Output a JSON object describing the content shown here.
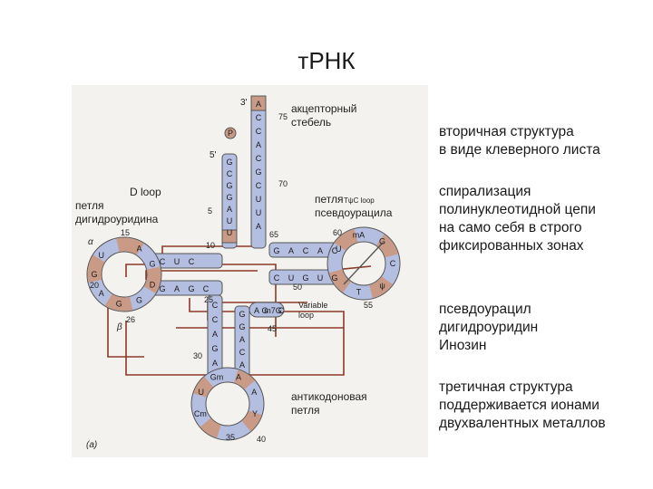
{
  "slide": {
    "title": "тРНК",
    "captions": [
      "вторичная структура\nв виде клеверного листа",
      "спирализация\nполинуклеотидной цепи\nна само себя в строго\nфиксированных зонах",
      "псевдоурацил\nдигидроуридин\nИнозин",
      "третичная структура\nподдерживается ионами\nдвухвалентных металлов"
    ]
  },
  "figure": {
    "labels": {
      "acceptor": "акцепторный\nстебель",
      "dloop_en": "D loop",
      "dloop_ru": "петля\nдигидроуридина",
      "tloop_ru": "петля\nпсевдоурацила",
      "tloop_en": "TψC loop",
      "variable": "Variable\nloop",
      "anticodon": "антикодоновая\nпетля",
      "three_prime": "3'",
      "five_prime": "5'",
      "panel_tag": "(a)",
      "phosphate": "P",
      "alpha": "α",
      "beta": "β"
    },
    "numbers": [
      "75",
      "70",
      "65",
      "60",
      "5",
      "10",
      "15",
      "20",
      "26",
      "25",
      "50",
      "55",
      "30",
      "35",
      "40",
      "45"
    ],
    "nucleotides": {
      "acceptor_3": [
        "A",
        "C",
        "C",
        "A",
        "C",
        "G",
        "C",
        "U",
        "U",
        "A"
      ],
      "acceptor_5": [
        "G",
        "C",
        "G",
        "G",
        "A",
        "U",
        "U"
      ],
      "d_top": [
        "C",
        "U",
        "C"
      ],
      "d_bottom": [
        "G",
        "A",
        "G",
        "C"
      ],
      "d_loop": [
        "U",
        "G",
        "A",
        "G",
        "G",
        "D",
        "G",
        "A"
      ],
      "t_top": [
        "G",
        "A",
        "C",
        "A",
        "C"
      ],
      "t_bottom": [
        "C",
        "U",
        "G",
        "U",
        "G"
      ],
      "t_loop": [
        "U",
        "mA",
        "G",
        "C",
        "ψ",
        "T"
      ],
      "anti_left": [
        "C",
        "C",
        "A",
        "G",
        "A"
      ],
      "anti_right": [
        "G",
        "G",
        "A",
        "C",
        "A"
      ],
      "anti_loop": [
        "Cm",
        "U",
        "Gm",
        "A",
        "A",
        "Y"
      ],
      "variable": [
        "A",
        "G",
        "m7G",
        "C"
      ]
    }
  }
}
